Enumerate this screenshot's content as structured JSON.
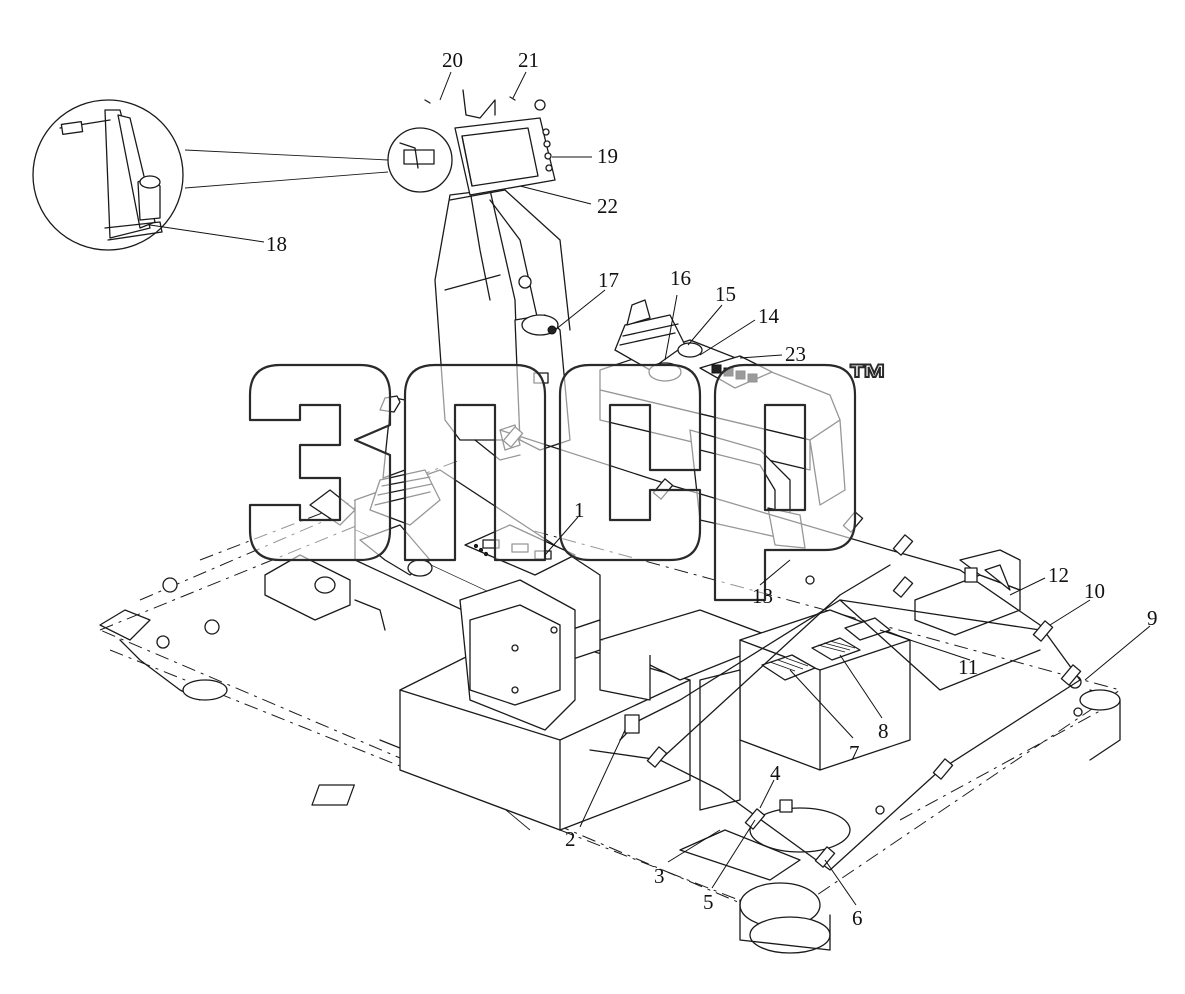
{
  "labels": [
    {
      "id": "1",
      "text": "1"
    },
    {
      "id": "2",
      "text": "2"
    },
    {
      "id": "3",
      "text": "3"
    },
    {
      "id": "4",
      "text": "4"
    },
    {
      "id": "5",
      "text": "5"
    },
    {
      "id": "6",
      "text": "6"
    },
    {
      "id": "7",
      "text": "7"
    },
    {
      "id": "8",
      "text": "8"
    },
    {
      "id": "9",
      "text": "9"
    },
    {
      "id": "10",
      "text": "10"
    },
    {
      "id": "11",
      "text": "11"
    },
    {
      "id": "12",
      "text": "12"
    },
    {
      "id": "13",
      "text": "13"
    },
    {
      "id": "14",
      "text": "14"
    },
    {
      "id": "15",
      "text": "15"
    },
    {
      "id": "16",
      "text": "16"
    },
    {
      "id": "17",
      "text": "17"
    },
    {
      "id": "18",
      "text": "18"
    },
    {
      "id": "19",
      "text": "19"
    },
    {
      "id": "20",
      "text": "20"
    },
    {
      "id": "21",
      "text": "21"
    },
    {
      "id": "22",
      "text": "22"
    },
    {
      "id": "23",
      "text": "23"
    }
  ],
  "watermark": {
    "tm": "™"
  }
}
